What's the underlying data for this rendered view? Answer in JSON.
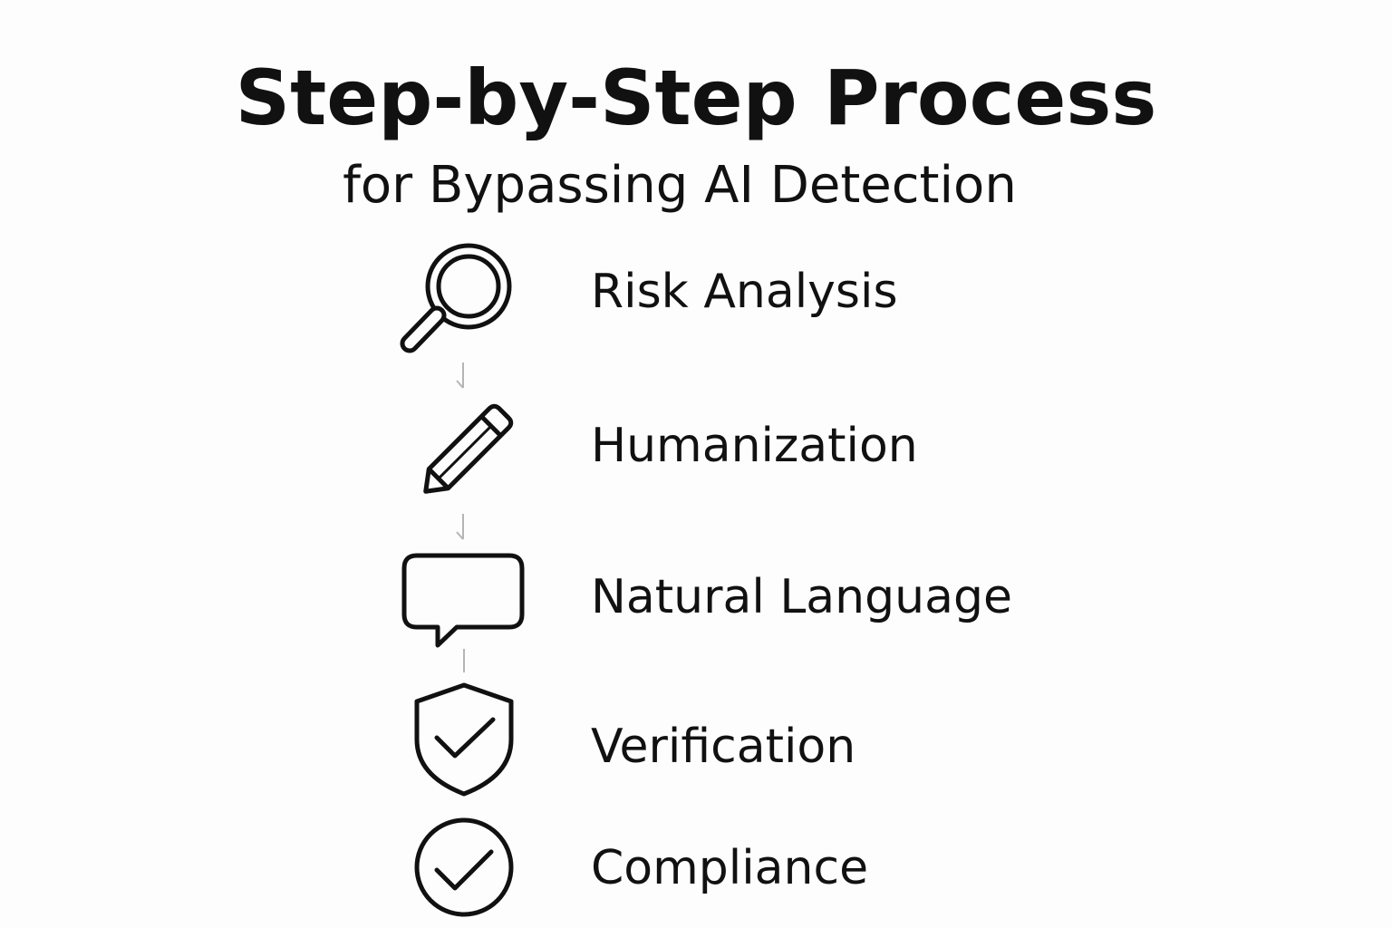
{
  "title": "Step-by-Step Process",
  "subtitle": "for Bypassing AI Detection",
  "steps": [
    {
      "label": "Risk Analysis",
      "icon": "magnifying-glass-icon"
    },
    {
      "label": "Humanization",
      "icon": "pencil-icon"
    },
    {
      "label": "Natural Language",
      "icon": "speech-bubble-icon"
    },
    {
      "label": "Verification",
      "icon": "shield-check-icon"
    },
    {
      "label": "Compliance",
      "icon": "circle-check-icon"
    }
  ],
  "colors": {
    "text": "#111111",
    "connector": "#b5b5b5",
    "background": "#fdfdfd"
  }
}
